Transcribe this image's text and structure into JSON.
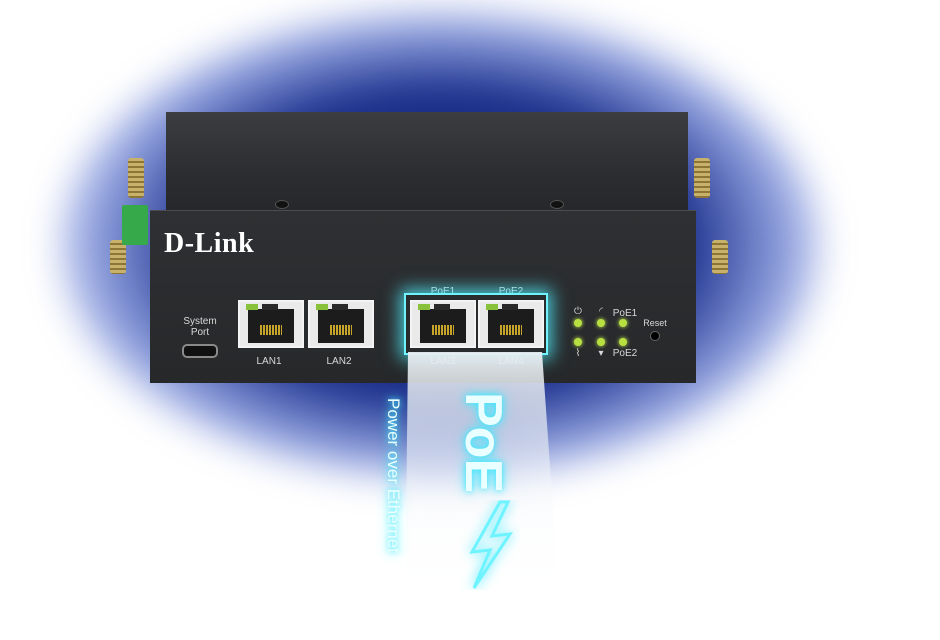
{
  "brand": {
    "logo_text": "D-Link"
  },
  "front_panel": {
    "system_port_label": "System\nPort",
    "ports": [
      {
        "label": "LAN1",
        "poe_label": ""
      },
      {
        "label": "LAN2",
        "poe_label": ""
      },
      {
        "label": "LAN3",
        "poe_label": "PoE1"
      },
      {
        "label": "LAN4",
        "poe_label": "PoE2"
      }
    ],
    "led_labels": [
      "PoE1",
      "PoE2"
    ],
    "reset_label": "Reset"
  },
  "overlay": {
    "poe_text": "PoE",
    "subtitle": "Power over Ethernet"
  },
  "colors": {
    "glow": "#1b2f8c",
    "poe_cyan": "#6ff4ff",
    "led_green": "#b8e040"
  }
}
